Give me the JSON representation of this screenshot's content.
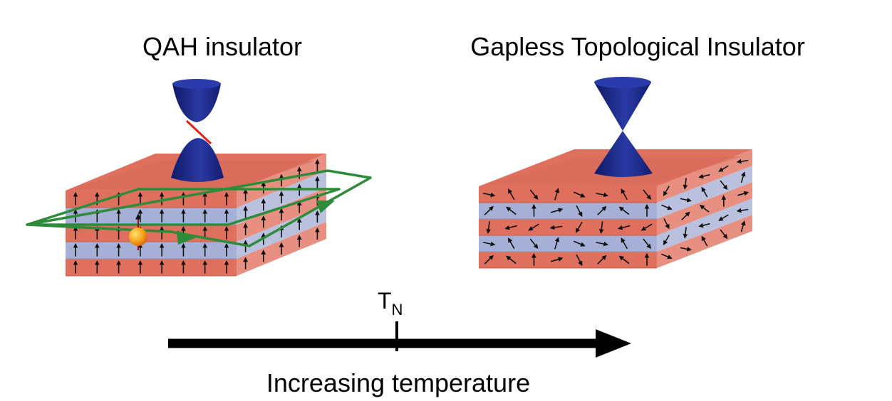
{
  "left_panel": {
    "title": "QAH insulator"
  },
  "right_panel": {
    "title": "Gapless Topological Insulator"
  },
  "axis": {
    "label": "Increasing temperature",
    "tick_main": "T",
    "tick_sub": "N"
  },
  "colors": {
    "layer_red": "#e0705e",
    "layer_blue": "#a6b0d6",
    "cone": "#1f2f8f",
    "edge_path": "#2e8b3a",
    "gap_line": "#e0241b",
    "electron": "#f4a21c"
  }
}
